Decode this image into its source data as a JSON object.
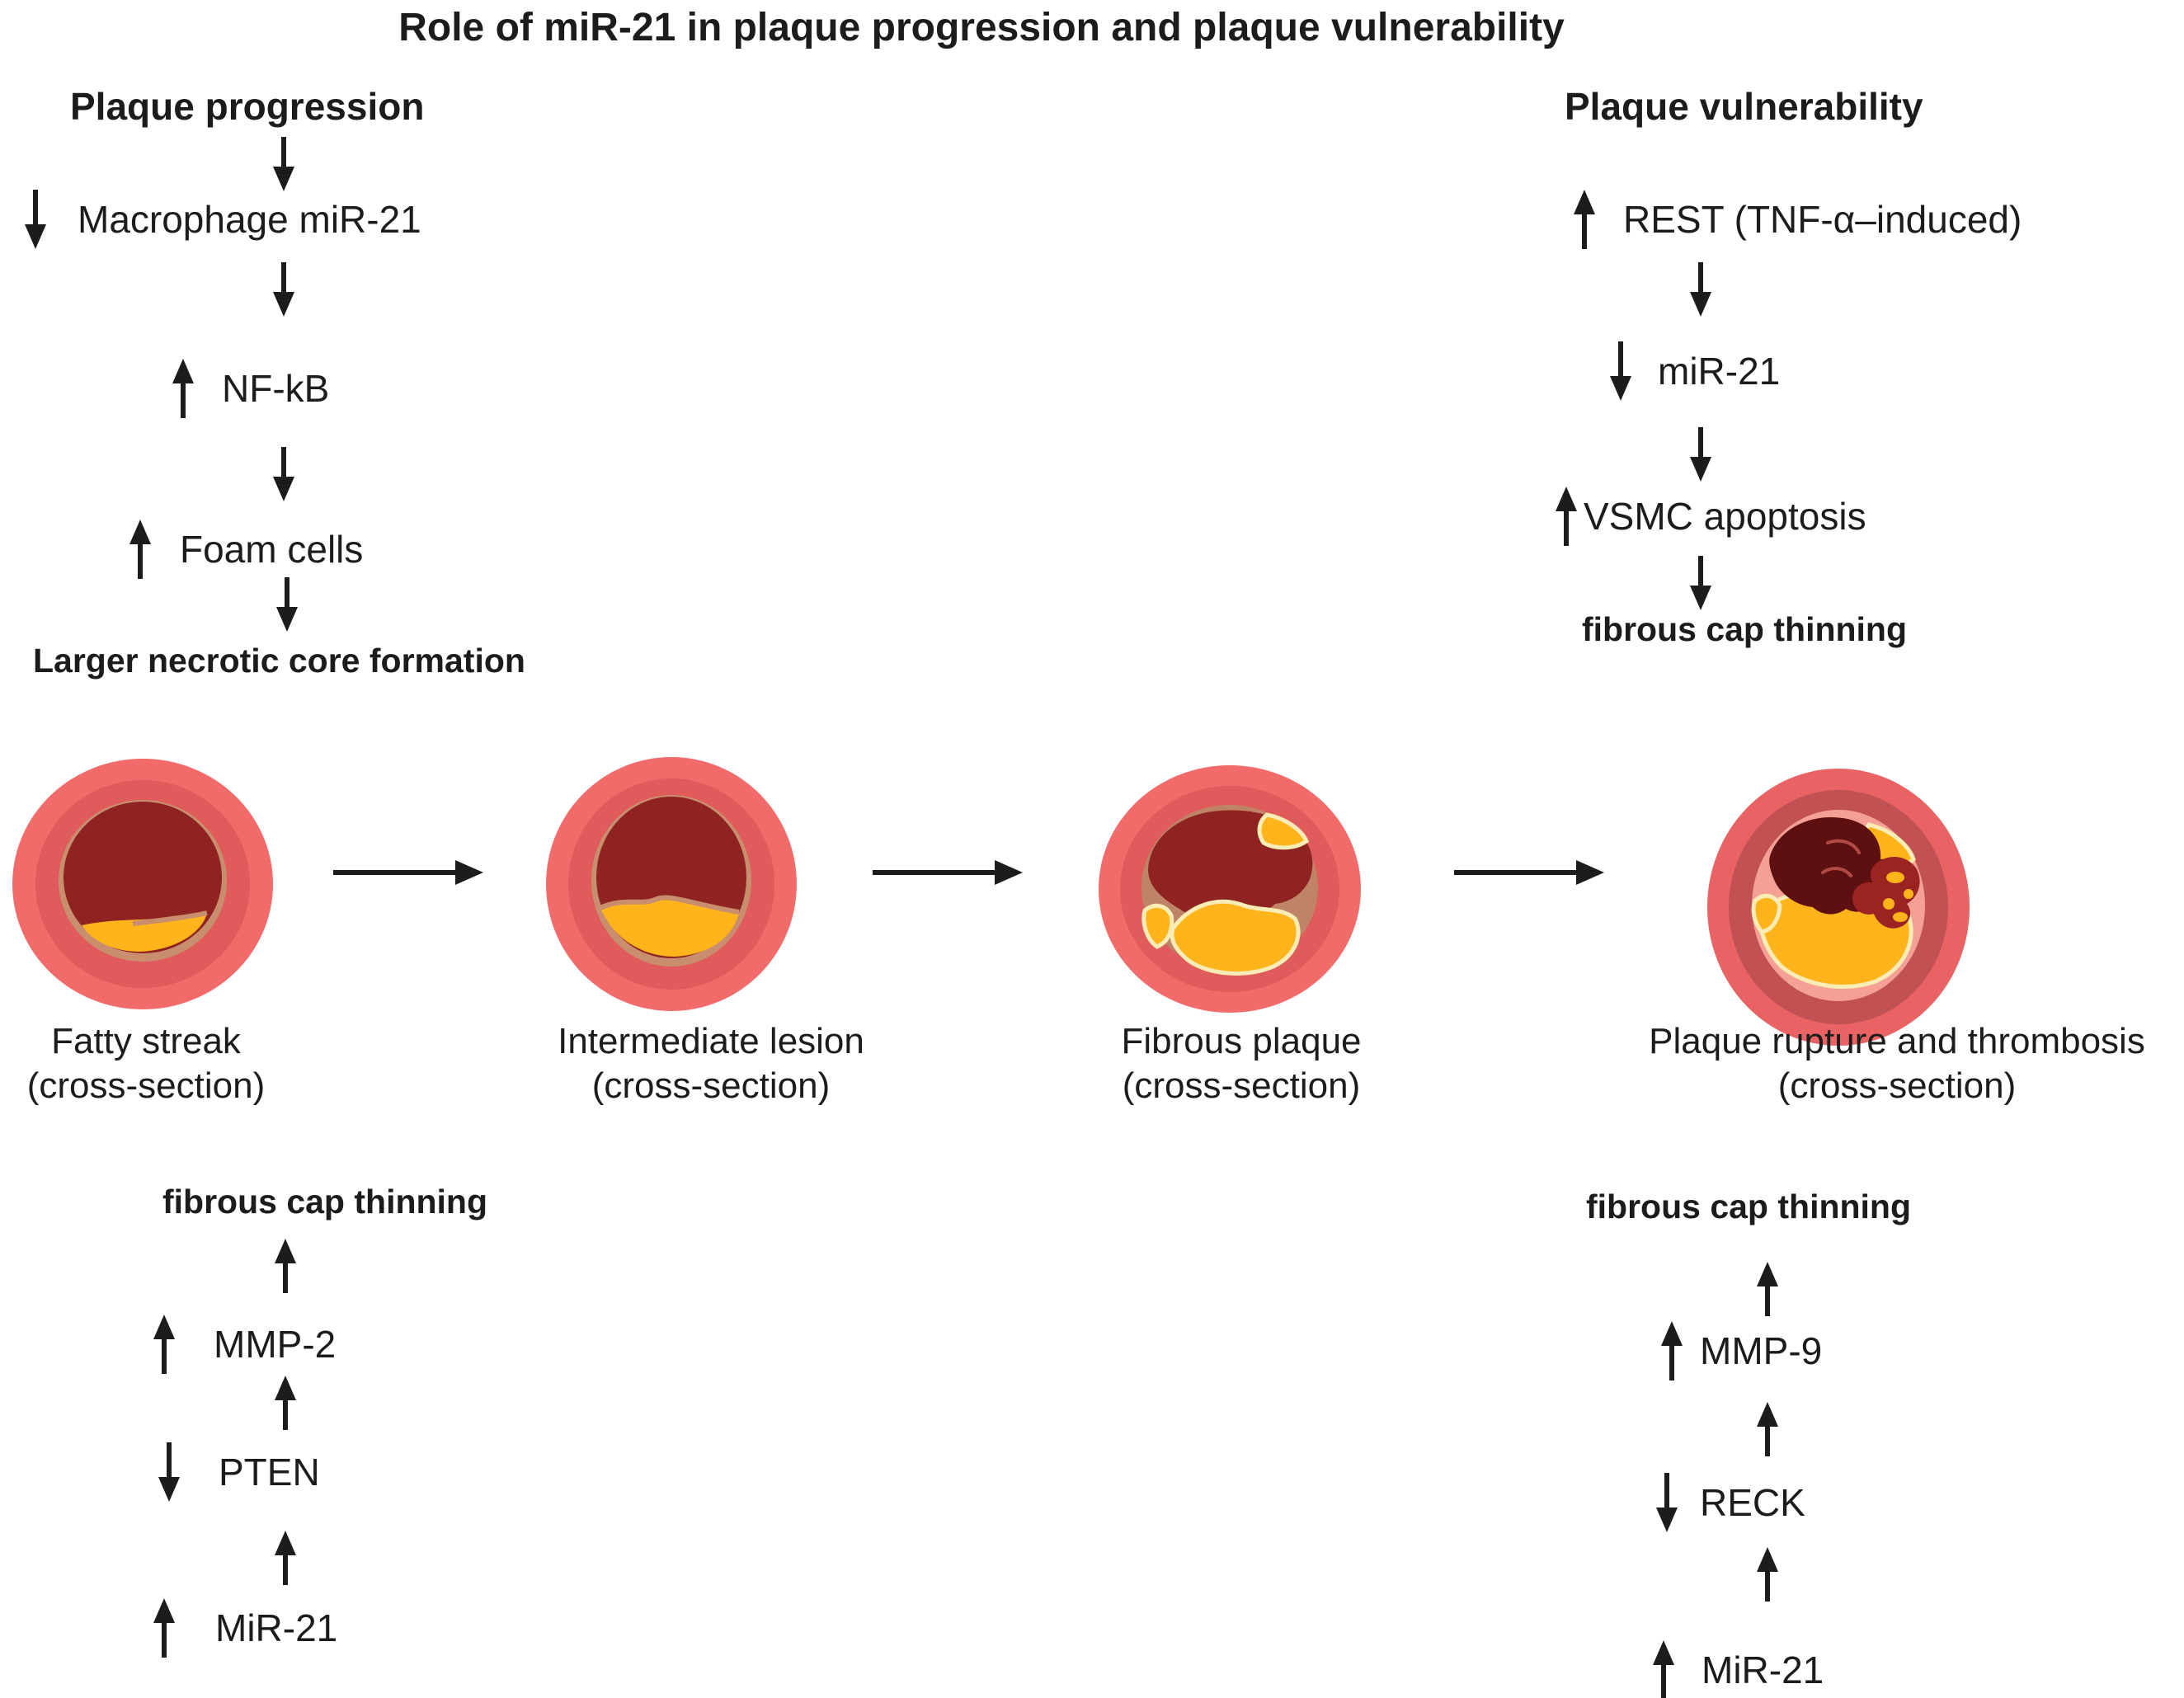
{
  "title": "Role of miR-21 in plaque progression and plaque vulnerability",
  "icons": {
    "up-arrow": "↑",
    "down-arrow": "↓",
    "right-arrow": "→"
  },
  "colors": {
    "ink": "#1c1c1c",
    "artery_outer": "#f26b6b",
    "artery_mid": "#e05b5b",
    "artery_intima": "#c98e6e",
    "artery_band": "#bf8468",
    "artery_lumen": "#8e2322",
    "plaque_yellow": "#ffb41c",
    "plaque_cream": "#f9ecb4",
    "artery4_outer": "#e96365",
    "artery4_mid": "#c25153",
    "artery4_pink": "#f4a095",
    "thrombus_maroon": "#5e0f10",
    "thrombus_red": "#9b2423"
  },
  "left_flow": {
    "header": "Plaque progression",
    "steps": [
      {
        "icon": "down-arrow",
        "label": "Macrophage miR-21"
      },
      {
        "icon": "up-arrow",
        "label": "NF-kB"
      },
      {
        "icon": "up-arrow",
        "label": "Foam cells"
      }
    ],
    "outcome": "Larger necrotic core formation"
  },
  "right_flow": {
    "header": "Plaque vulnerability",
    "steps": [
      {
        "icon": "up-arrow",
        "label": "REST (TNF-α–induced)"
      },
      {
        "icon": "down-arrow",
        "label": "miR-21"
      },
      {
        "icon": "up-arrow",
        "label": "VSMC apoptosis"
      }
    ],
    "outcome": "fibrous cap thinning"
  },
  "stages": [
    {
      "name": "Fatty streak",
      "view": "(cross-section)"
    },
    {
      "name": "Intermediate lesion",
      "view": "(cross-section)"
    },
    {
      "name": "Fibrous plaque",
      "view": "(cross-section)"
    },
    {
      "name": "Plaque rupture and thrombosis",
      "view": "(cross-section)"
    }
  ],
  "left_chain": {
    "outcome": "fibrous cap thinning",
    "steps": [
      {
        "icon": "up-arrow",
        "label": "MMP-2"
      },
      {
        "icon": "down-arrow",
        "label": "PTEN"
      },
      {
        "icon": "up-arrow",
        "label": "MiR-21"
      }
    ]
  },
  "right_chain": {
    "outcome": "fibrous cap thinning",
    "steps": [
      {
        "icon": "up-arrow",
        "label": "MMP-9"
      },
      {
        "icon": "down-arrow",
        "label": "RECK"
      },
      {
        "icon": "up-arrow",
        "label": "MiR-21"
      }
    ]
  }
}
